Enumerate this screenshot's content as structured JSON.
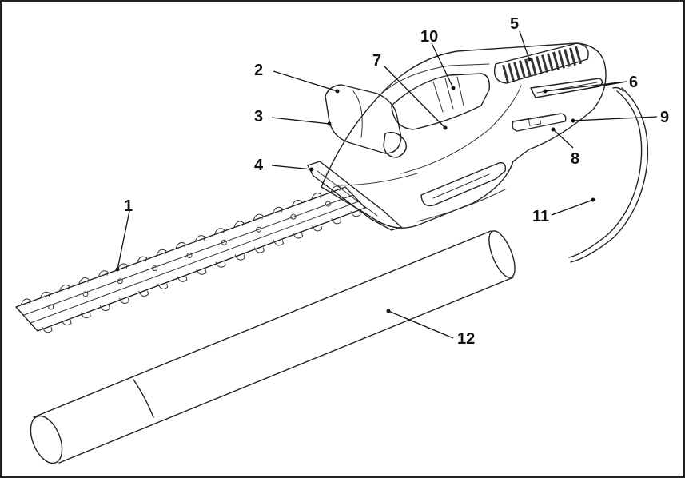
{
  "figure": {
    "callouts": [
      {
        "id": "1",
        "label": "1"
      },
      {
        "id": "2",
        "label": "2"
      },
      {
        "id": "3",
        "label": "3"
      },
      {
        "id": "4",
        "label": "4"
      },
      {
        "id": "5",
        "label": "5"
      },
      {
        "id": "6",
        "label": "6"
      },
      {
        "id": "7",
        "label": "7"
      },
      {
        "id": "8",
        "label": "8"
      },
      {
        "id": "9",
        "label": "9"
      },
      {
        "id": "10",
        "label": "10"
      },
      {
        "id": "11",
        "label": "11"
      },
      {
        "id": "12",
        "label": "12"
      }
    ]
  },
  "colors": {
    "line": "#222222",
    "background": "#ffffff",
    "grip": "#333333"
  }
}
